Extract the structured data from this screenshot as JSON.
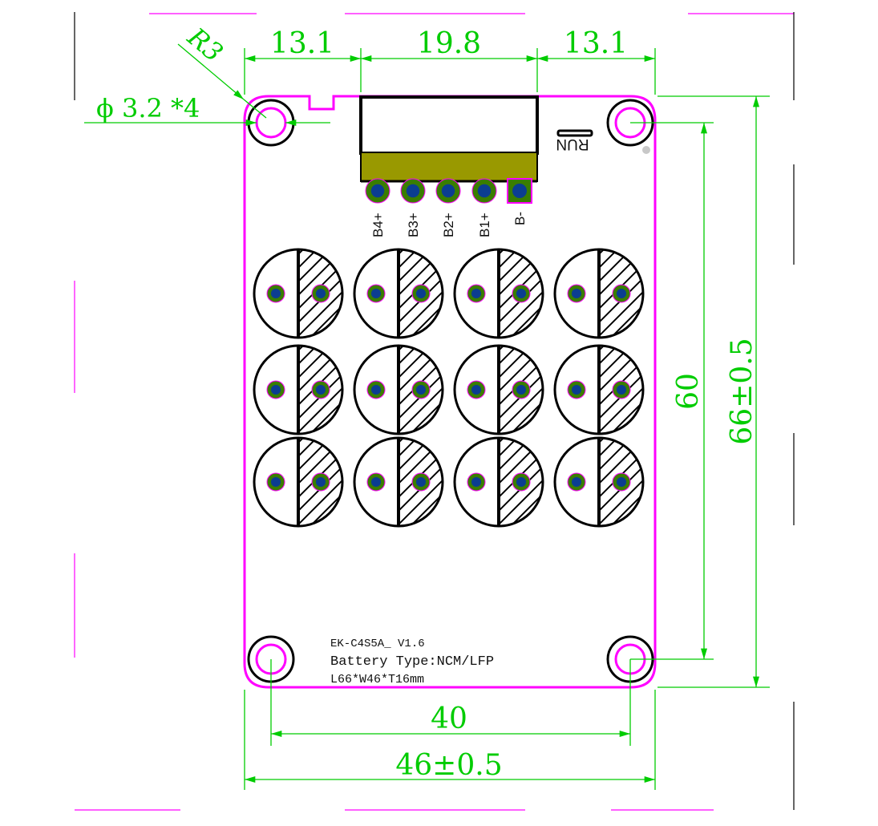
{
  "colors": {
    "dimension": "#00cc00",
    "outline": "#ff00ff",
    "connector_body": "#999900",
    "pad_ring": "#3a7d00",
    "pad_core": "#0b3d91"
  },
  "dimensions": {
    "top_left": "13.1",
    "top_middle": "19.8",
    "top_right": "13.1",
    "corner_radius": "R3",
    "hole_diameter": "ϕ 3.2 *4",
    "hole_spacing_vertical": "60",
    "board_length": "66±0.5",
    "hole_spacing_horizontal": "40",
    "board_width": "46±0.5"
  },
  "connector": {
    "pins": [
      "B4+",
      "B3+",
      "B2+",
      "B1+",
      "B-"
    ]
  },
  "led_label": "RUN",
  "silkscreen": {
    "model": "EK-C4S5A_ V1.6",
    "battery_type": "Battery Type:NCM/LFP",
    "size": "L66*W46*T16mm"
  }
}
